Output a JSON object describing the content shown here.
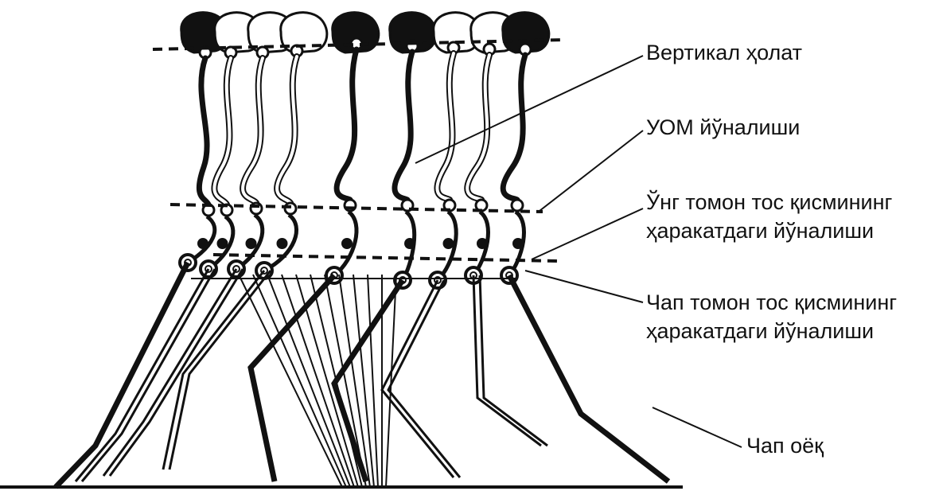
{
  "labels": {
    "vertical_position": "Вертикал ҳолат",
    "com_direction": "УОМ йўналиши",
    "right_pelvis": [
      "Ўнг томон тос қисмининг",
      "ҳаракатдаги йўналиши"
    ],
    "left_pelvis": [
      "Чап томон тос қисмининг",
      "ҳаракатдаги йўналиши"
    ],
    "left_leg": "Чап оёқ"
  },
  "colors": {
    "ink": "#111111",
    "background": "#ffffff"
  }
}
